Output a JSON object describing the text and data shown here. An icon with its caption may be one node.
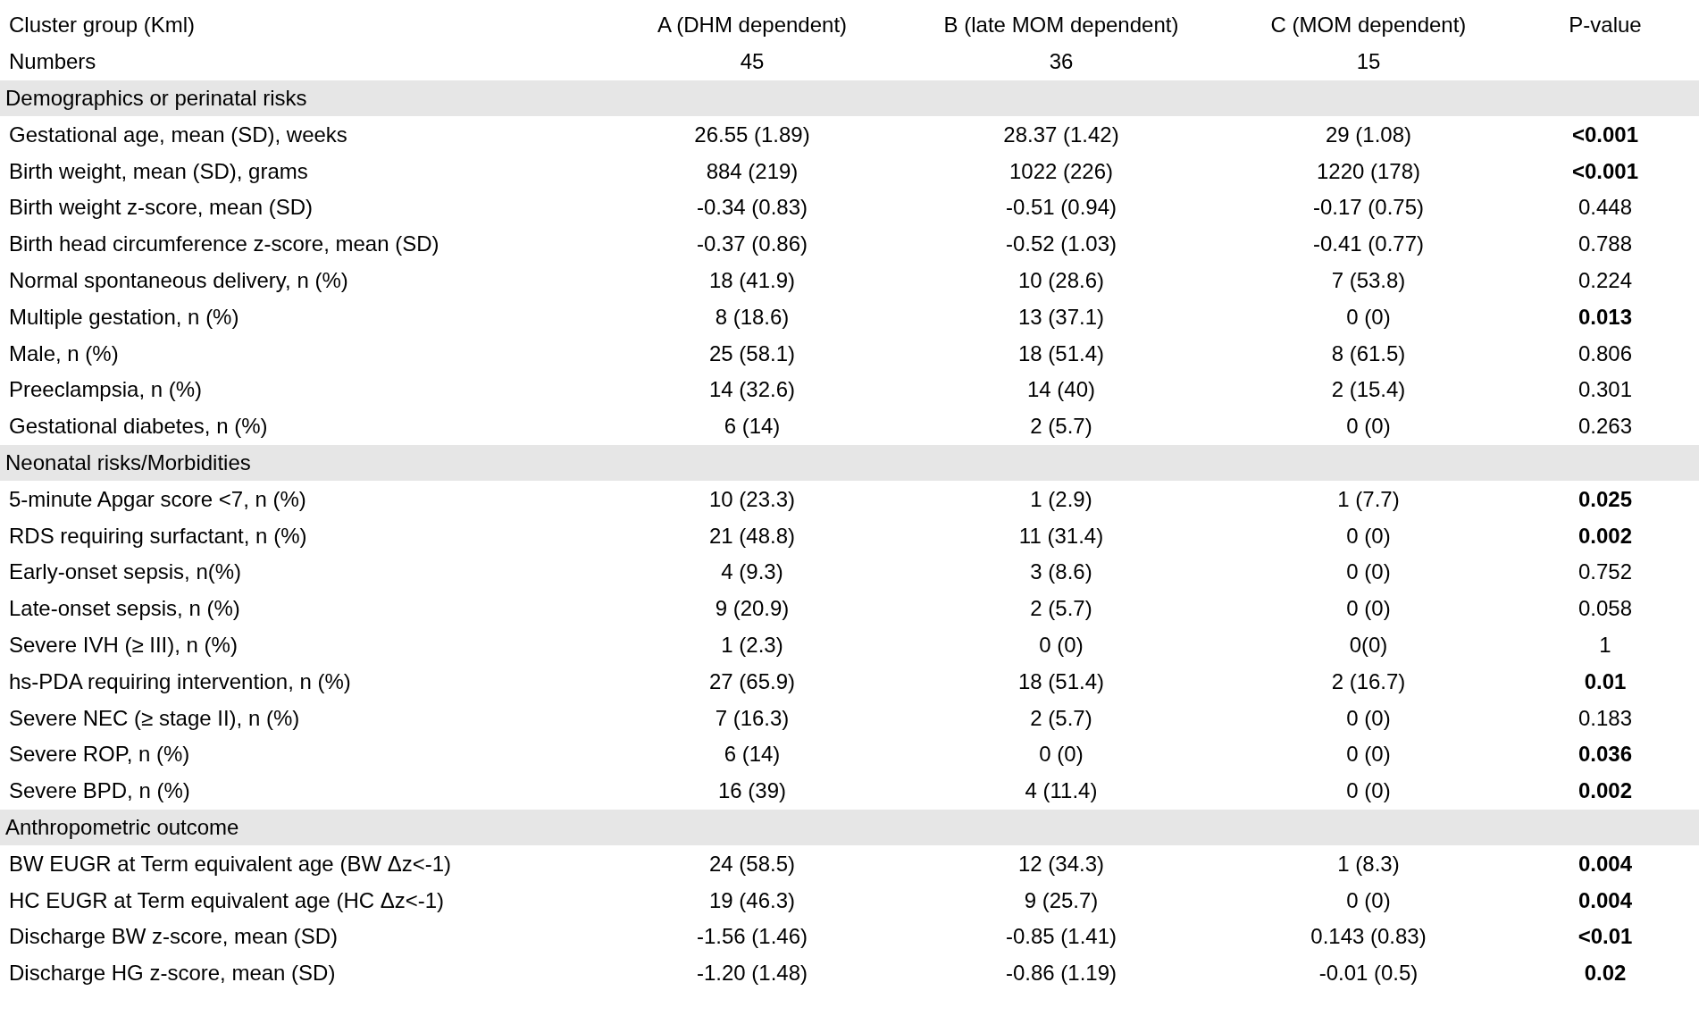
{
  "diagram": {
    "labels": [
      "Cluster group (Kml)",
      "A (DHM dependent)",
      "B (late MOM dependent)",
      "C (MOM dependent)",
      "P-value",
      "Numbers",
      "45",
      "36",
      "15",
      "Demographics or perinatal risks",
      "Gestational age, mean (SD), weeks",
      "26.55 (1.89)",
      "28.37 (1.42)",
      "29 (1.08)",
      "<0.001",
      "Birth weight, mean (SD), grams",
      "884 (219)",
      "1022 (226)",
      "1220 (178)",
      "<0.001",
      "Birth weight z-score, mean (SD)",
      "-0.34 (0.83)",
      "-0.51 (0.94)",
      "-0.17 (0.75)",
      "0.448",
      "Birth head circumference z-score, mean (SD)",
      "-0.37 (0.86)",
      "-0.52 (1.03)",
      "-0.41 (0.77)",
      "0.788",
      "Normal spontaneous delivery, n (%)",
      "18 (41.9)",
      "10 (28.6)",
      "7 (53.8)",
      "0.224",
      "Multiple gestation, n (%)",
      "8 (18.6)",
      "13 (37.1)",
      "0 (0)",
      "0.013",
      "Male, n (%)",
      "25 (58.1)",
      "18 (51.4)",
      "8 (61.5)",
      "0.806",
      "Preeclampsia, n (%)",
      "14 (32.6)",
      "14 (40)",
      "2 (15.4)",
      "0.301",
      "Gestational diabetes, n (%)",
      "6 (14)",
      "2 (5.7)",
      "0 (0)",
      "0.263",
      "Neonatal risks/Morbidities",
      "5-minute Apgar score <7, n (%)",
      "10 (23.3)",
      "1 (2.9)",
      "1 (7.7)",
      "0.025",
      "RDS requiring surfactant, n (%)",
      "21 (48.8)",
      "11 (31.4)",
      "0 (0)",
      "0.002",
      "Early-onset sepsis, n(%)",
      "4 (9.3)",
      "3 (8.6)",
      "0 (0)",
      "0.752",
      "Late-onset sepsis, n (%)",
      "9 (20.9)",
      "2 (5.7)",
      "0 (0)",
      "0.058",
      "Severe IVH (≥ III), n (%)",
      "1 (2.3)",
      "0 (0)",
      "0(0)",
      "1",
      "hs-PDA requiring intervention, n (%)",
      "27 (65.9)",
      "18 (51.4)",
      "2 (16.7)",
      "0.01",
      "Severe NEC (≥ stage II), n (%)",
      "7 (16.3)",
      "2 (5.7)",
      "0 (0)",
      "0.183",
      "Severe ROP, n (%)",
      "6 (14)",
      "0 (0)",
      "0 (0)",
      "0.036",
      "Severe BPD, n (%)",
      "16 (39)",
      "4 (11.4)",
      "0 (0)",
      "0.002",
      "Anthropometric outcome",
      "BW EUGR at Term equivalent age (BW Δz<-1)",
      "24 (58.5)",
      "12 (34.3)",
      "1 (8.3)",
      "0.004",
      "HC EUGR at Term equivalent age (HC Δz<-1)",
      "19 (46.3)",
      "9 (25.7)",
      "0 (0)",
      "0.004",
      "Discharge BW z-score, mean (SD)",
      "-1.56 (1.46)",
      "-0.85 (1.41)",
      "0.143 (0.83)",
      "<0.01",
      "Discharge HG z-score, mean (SD)",
      "-1.20 (1.48)",
      "-0.86 (1.19)",
      "-0.01 (0.5)",
      "0.02"
    ]
  }
}
